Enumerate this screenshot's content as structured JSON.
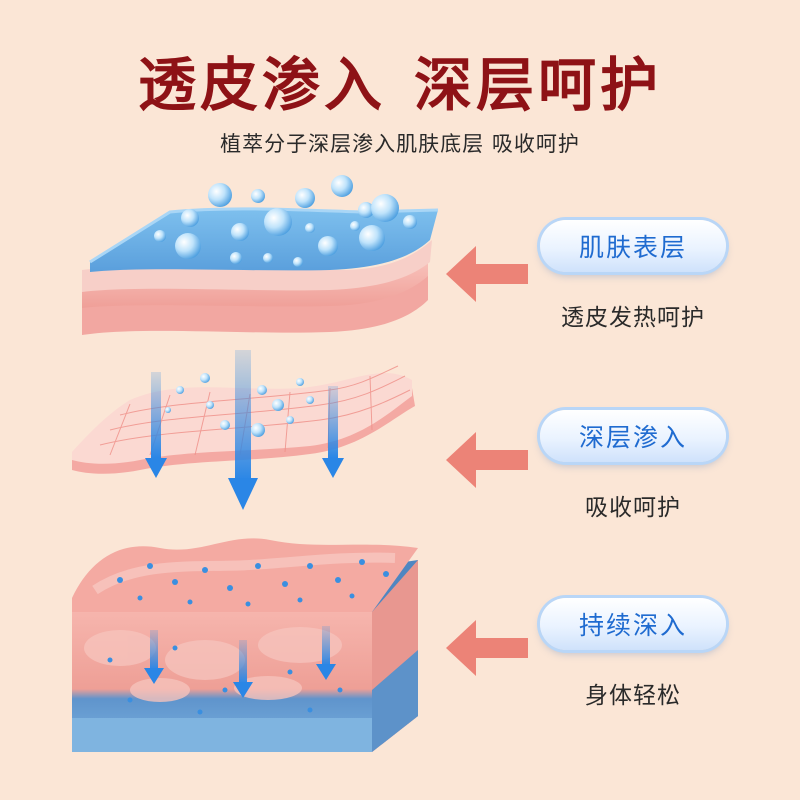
{
  "header": {
    "title_left": "透皮渗入",
    "title_right": "深层呵护",
    "subtitle": "植萃分子深层渗入肌肤底层 吸收呵护"
  },
  "stages": [
    {
      "label": "肌肤表层",
      "caption": "透皮发热呵护"
    },
    {
      "label": "深层渗入",
      "caption": "吸收呵护"
    },
    {
      "label": "持续深入",
      "caption": "身体轻松"
    }
  ],
  "colors": {
    "title": "#8e1216",
    "background": "#fbe6d6",
    "pill_text": "#1f6bd0",
    "arrow": "#ec8377",
    "skin_pink": "#f4a9a3",
    "skin_blue": "#6fa8dc"
  },
  "icons": [
    "arrow-left-icon",
    "molecule-bubble-icon",
    "arrow-down-icon"
  ]
}
